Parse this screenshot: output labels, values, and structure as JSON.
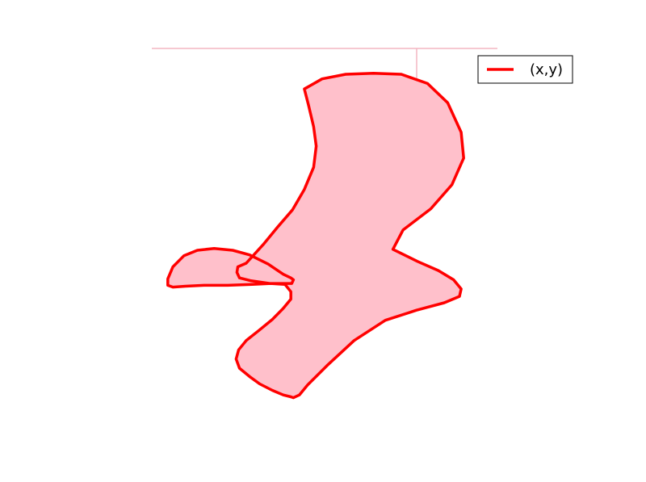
{
  "chart_data": {
    "type": "line",
    "title": "",
    "xlabel": "",
    "ylabel": "",
    "grid": false,
    "legend_position": "top-right",
    "series": [
      {
        "name": "(x,y)",
        "color": "#ff0000",
        "fill_color": "#ffc0cb",
        "closed": true,
        "x": [
          -0.02,
          -0.05,
          -0.14,
          -0.32,
          -0.54,
          -0.74,
          -0.96,
          -1.16,
          -1.32,
          -1.45,
          -1.51,
          -1.51,
          -1.45,
          -1.3,
          -1.08,
          -0.8,
          -0.51,
          -0.29,
          -0.12,
          -0.05,
          -0.05,
          -0.14,
          -0.27,
          -0.43,
          -0.58,
          -0.67,
          -0.7,
          -0.66,
          -0.54,
          -0.42,
          -0.27,
          -0.14,
          -0.05,
          -0.02,
          0.05,
          0.15,
          0.38,
          0.7,
          1.07,
          1.44,
          1.77,
          1.95,
          1.97,
          1.88,
          1.7,
          1.45,
          1.16,
          1.28,
          1.61,
          1.86,
          2.0,
          1.97,
          1.81,
          1.57,
          1.26,
          0.93,
          0.6,
          0.32,
          0.11,
          0.16,
          0.22,
          0.25,
          0.22,
          0.11,
          -0.03,
          -0.2,
          -0.38,
          -0.58,
          -0.68,
          -0.69,
          -0.66,
          -0.53,
          -0.3,
          -0.04
        ],
        "y": [
          0.04,
          0.06,
          0.1,
          0.21,
          0.31,
          0.36,
          0.38,
          0.36,
          0.3,
          0.18,
          0.05,
          -0.02,
          -0.04,
          -0.03,
          -0.02,
          -0.02,
          -0.01,
          0.0,
          -0.01,
          -0.09,
          -0.17,
          -0.27,
          -0.39,
          -0.51,
          -0.62,
          -0.72,
          -0.82,
          -0.92,
          -1.01,
          -1.09,
          -1.16,
          -1.21,
          -1.23,
          -1.24,
          -1.21,
          -1.1,
          -0.89,
          -0.62,
          -0.4,
          -0.29,
          -0.21,
          -0.14,
          -0.06,
          0.04,
          0.14,
          0.24,
          0.37,
          0.58,
          0.81,
          1.07,
          1.36,
          1.64,
          1.96,
          2.17,
          2.27,
          2.28,
          2.27,
          2.22,
          2.11,
          1.93,
          1.7,
          1.49,
          1.26,
          1.02,
          0.8,
          0.62,
          0.42,
          0.22,
          0.18,
          0.12,
          0.06,
          0.03,
          0.0,
          0.0
        ]
      }
    ],
    "axes_frame": "partial-top-right",
    "axes_color": "#f4b6c2",
    "xlim": [
      -1.7,
      2.4
    ],
    "ylim": [
      -1.55,
      2.55
    ]
  }
}
